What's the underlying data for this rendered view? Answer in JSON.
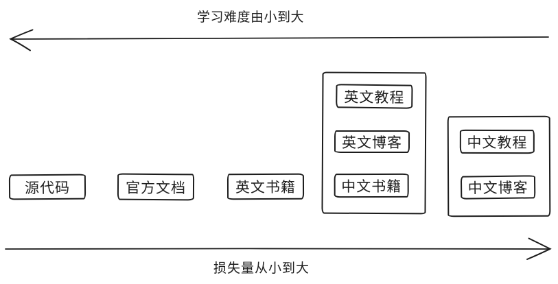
{
  "diagram": {
    "top_axis": {
      "label": "学习难度由小到大",
      "direction": "left"
    },
    "bottom_axis": {
      "label": "损失量从小到大",
      "direction": "right"
    },
    "nodes": [
      {
        "id": "source-code",
        "label": "源代码"
      },
      {
        "id": "official-docs",
        "label": "官方文档"
      },
      {
        "id": "english-books",
        "label": "英文书籍"
      },
      {
        "id": "english-tutorials",
        "label": "英文教程"
      },
      {
        "id": "english-blogs",
        "label": "英文博客"
      },
      {
        "id": "chinese-books",
        "label": "中文书籍"
      },
      {
        "id": "chinese-tutorials",
        "label": "中文教程"
      },
      {
        "id": "chinese-blogs",
        "label": "中文博客"
      }
    ],
    "colors": {
      "stroke": "#1c1c1c",
      "background": "#ffffff"
    }
  }
}
